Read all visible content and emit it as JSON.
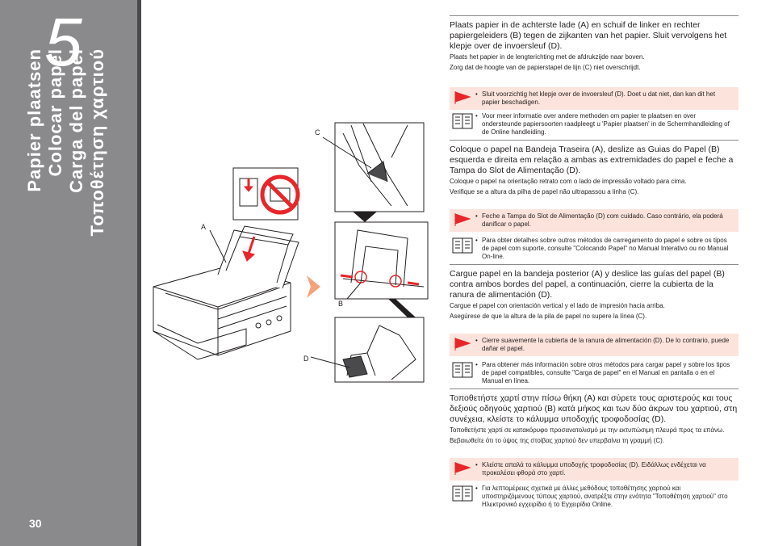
{
  "page": {
    "step": "5",
    "number": "30"
  },
  "titles": [
    "Papier plaatsen",
    "Colocar papel",
    "Carga del papel",
    "Τοποθέτηση χαρτιού"
  ],
  "labels": {
    "a": "A",
    "b": "B",
    "c": "C",
    "d": "D"
  },
  "sections": [
    {
      "main": "Plaats papier in de achterste lade (A) en schuif de linker en rechter papiergeleiders (B) tegen de zijkanten van het papier. Sluit vervolgens het klepje over de invoersleuf (D).",
      "sub": [
        "Plaats het papier in de lengterichting met de afdrukzijde naar boven.",
        "Zorg dat de hoogte van de papierstapel de lijn (C) niet overschrijdt."
      ],
      "caution": "Sluit voorzichtig het klepje over de invoersleuf (D). Doet u dat niet, dan kan dit het papier beschadigen.",
      "note": "Voor meer informatie over andere methoden om papier te plaatsen en over ondersteunde papiersoorten raadpleegt u 'Papier plaatsen' in de Schermhandleiding of de Online handleiding."
    },
    {
      "main": "Coloque o papel na Bandeja Traseira (A), deslize as Guias do Papel (B) esquerda e direita em relação a ambas as extremidades do papel e feche a Tampa do Slot de Alimentação (D).",
      "sub": [
        "Coloque o papel na orientação retrato com o lado de impressão voltado para cima.",
        "Verifique se a altura da pilha de papel não ultrapassou a linha (C)."
      ],
      "caution": "Feche a Tampa do Slot de Alimentação (D) com cuidado. Caso contrário, ela poderá danificar o papel.",
      "note": "Para obter detalhes sobre outros métodos de carregamento do papel e sobre os tipos de papel com suporte, consulte \"Colocando Papel\" no Manual Interativo ou no Manual On-line."
    },
    {
      "main": "Cargue papel en la bandeja posterior (A) y deslice las guías del papel (B) contra ambos bordes del papel, a continuación, cierre la cubierta de la ranura de alimentación (D).",
      "sub": [
        "Cargue el papel con orientación vertical y el lado de impresión hacia arriba.",
        "Asegúrese de que la altura de la pila de papel no supere la línea (C)."
      ],
      "caution": "Cierre suavemente la cubierta de la ranura de alimentación (D). De lo contrario, puede dañar el papel.",
      "note": "Para obtener más información sobre otros métodos para cargar papel y sobre los tipos de papel compatibles, consulte \"Carga de papel\" en el Manual en pantalla o en el Manual en línea."
    },
    {
      "main": "Τοποθετήστε χαρτί στην πίσω θήκη (A) και σύρετε τους αριστερούς και τους δεξιούς οδηγούς χαρτιού (B) κατά μήκος και των δύο άκρων του χαρτιού, στη συνέχεια, κλείστε το κάλυμμα υποδοχής τροφοδοσίας (D).",
      "sub": [
        "Τοποθετήστε χαρτί σε κατακόρυφο προσανατολισμό με την εκτυπώσιμη πλευρά προς τα επάνω.",
        "Βεβαιωθείτε ότι το ύψος της στοίβας χαρτιού δεν υπερβαίνει τη γραμμή (C)."
      ],
      "caution": "Κλείστε απαλά το κάλυμμα υποδοχής τροφοδοσίας (D). Ειδάλλως ενδέχεται να προκαλέσει φθορά στο χαρτί.",
      "note": "Για λεπτομέρειες σχετικά με άλλες μεθόδους τοποθέτησης χαρτιού και υποστηριζόμενους τύπους χαρτιού, ανατρέξτε στην ενότητα \"Τοποθέτηση χαρτιού\" στο Ηλεκτρονικό εγχειρίδιο ή το Εγχειρίδιο Online."
    }
  ],
  "colors": {
    "sidebar": "#8a898b",
    "caution_bg": "#fce4dc",
    "accent_red": "#e8262a"
  }
}
